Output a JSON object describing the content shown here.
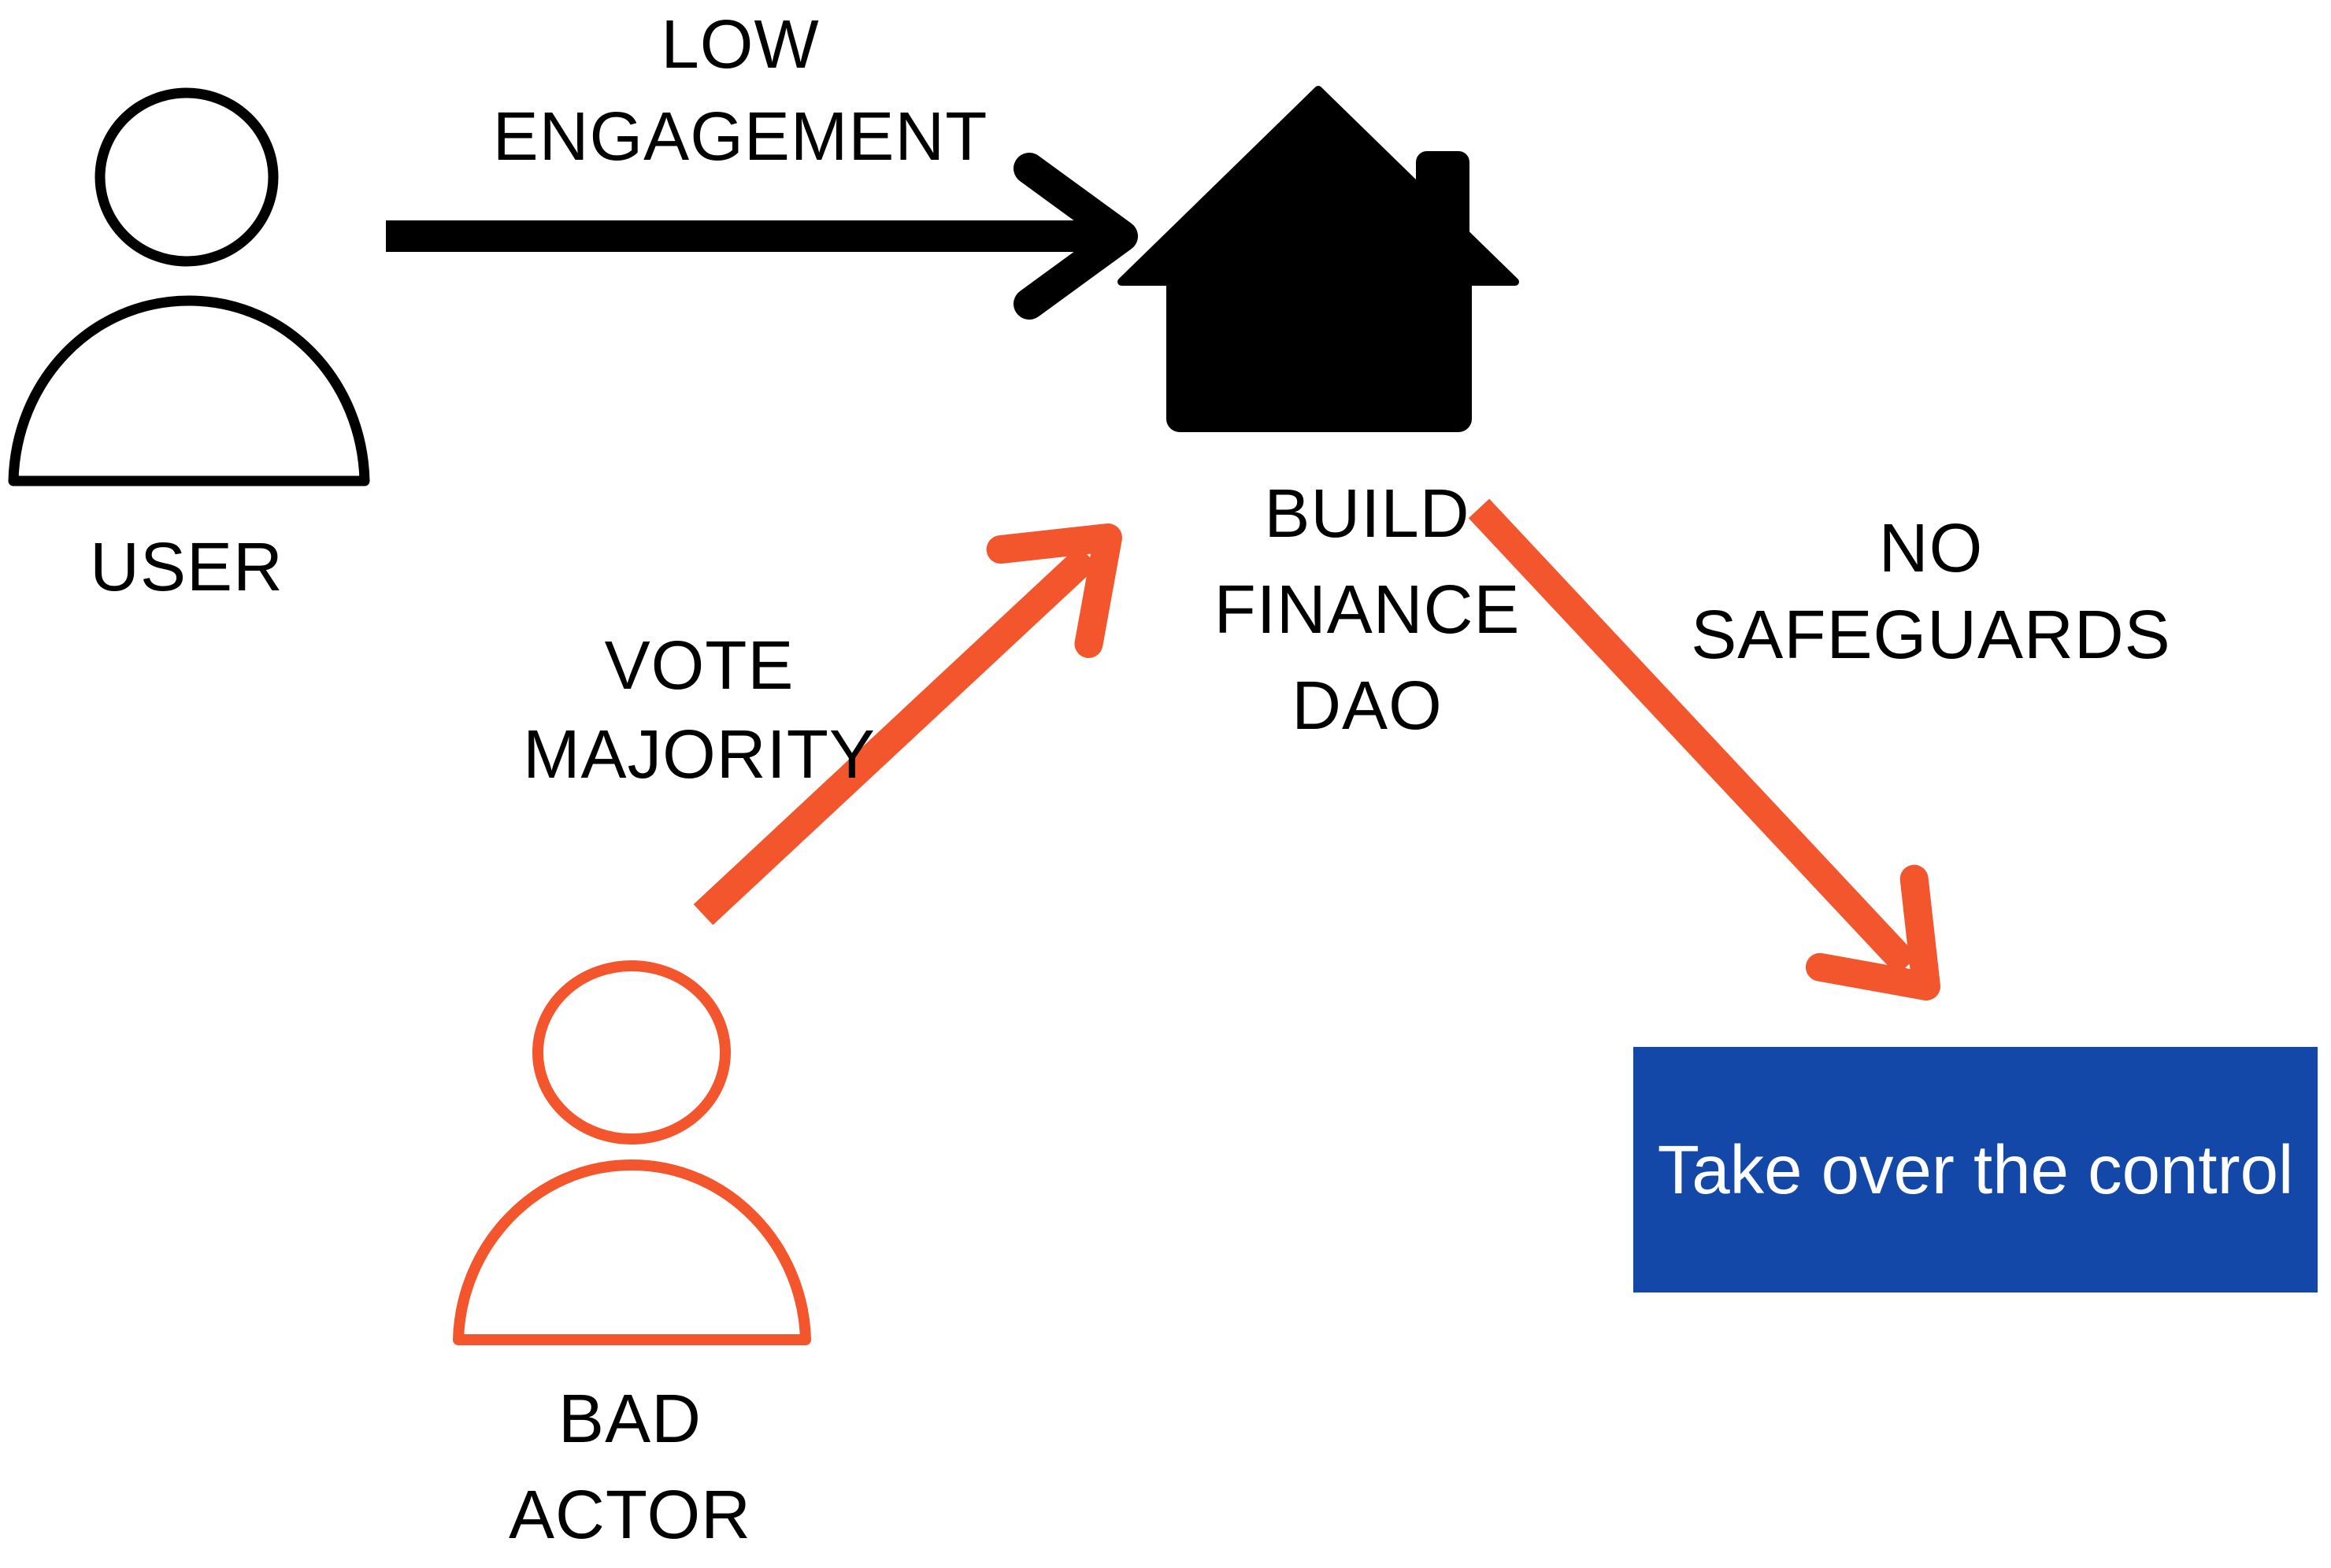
{
  "diagram": {
    "background": "#FFFFFF",
    "nodes": {
      "user": {
        "label": "USER",
        "icon": "person-icon",
        "color": "#000000"
      },
      "dao": {
        "lines": [
          "BUILD",
          "FINANCE",
          "DAO"
        ],
        "icon": "house-icon",
        "color": "#000000"
      },
      "bad_actor": {
        "lines": [
          "BAD",
          "ACTOR"
        ],
        "icon": "person-icon",
        "color": "#F3552D"
      },
      "takeover": {
        "label": "Take over the control",
        "shape": "rectangle",
        "fill": "#1448A8",
        "text_color": "#FFFFFF"
      }
    },
    "edges": {
      "low_engagement": {
        "lines": [
          "LOW",
          "ENGAGEMENT"
        ],
        "from": "user",
        "to": "dao",
        "color": "#000000"
      },
      "vote_majority": {
        "lines": [
          "VOTE",
          "MAJORITY"
        ],
        "from": "bad_actor",
        "to": "dao",
        "color": "#F3552D"
      },
      "no_safeguards": {
        "lines": [
          "NO",
          "SAFEGUARDS"
        ],
        "from": "dao",
        "to": "takeover",
        "color": "#F3552D"
      }
    },
    "colors": {
      "black": "#000000",
      "orange": "#F3552D",
      "blue": "#1448A8",
      "takeover_text": "#FFFFFF",
      "background": "#FFFFFF"
    }
  }
}
